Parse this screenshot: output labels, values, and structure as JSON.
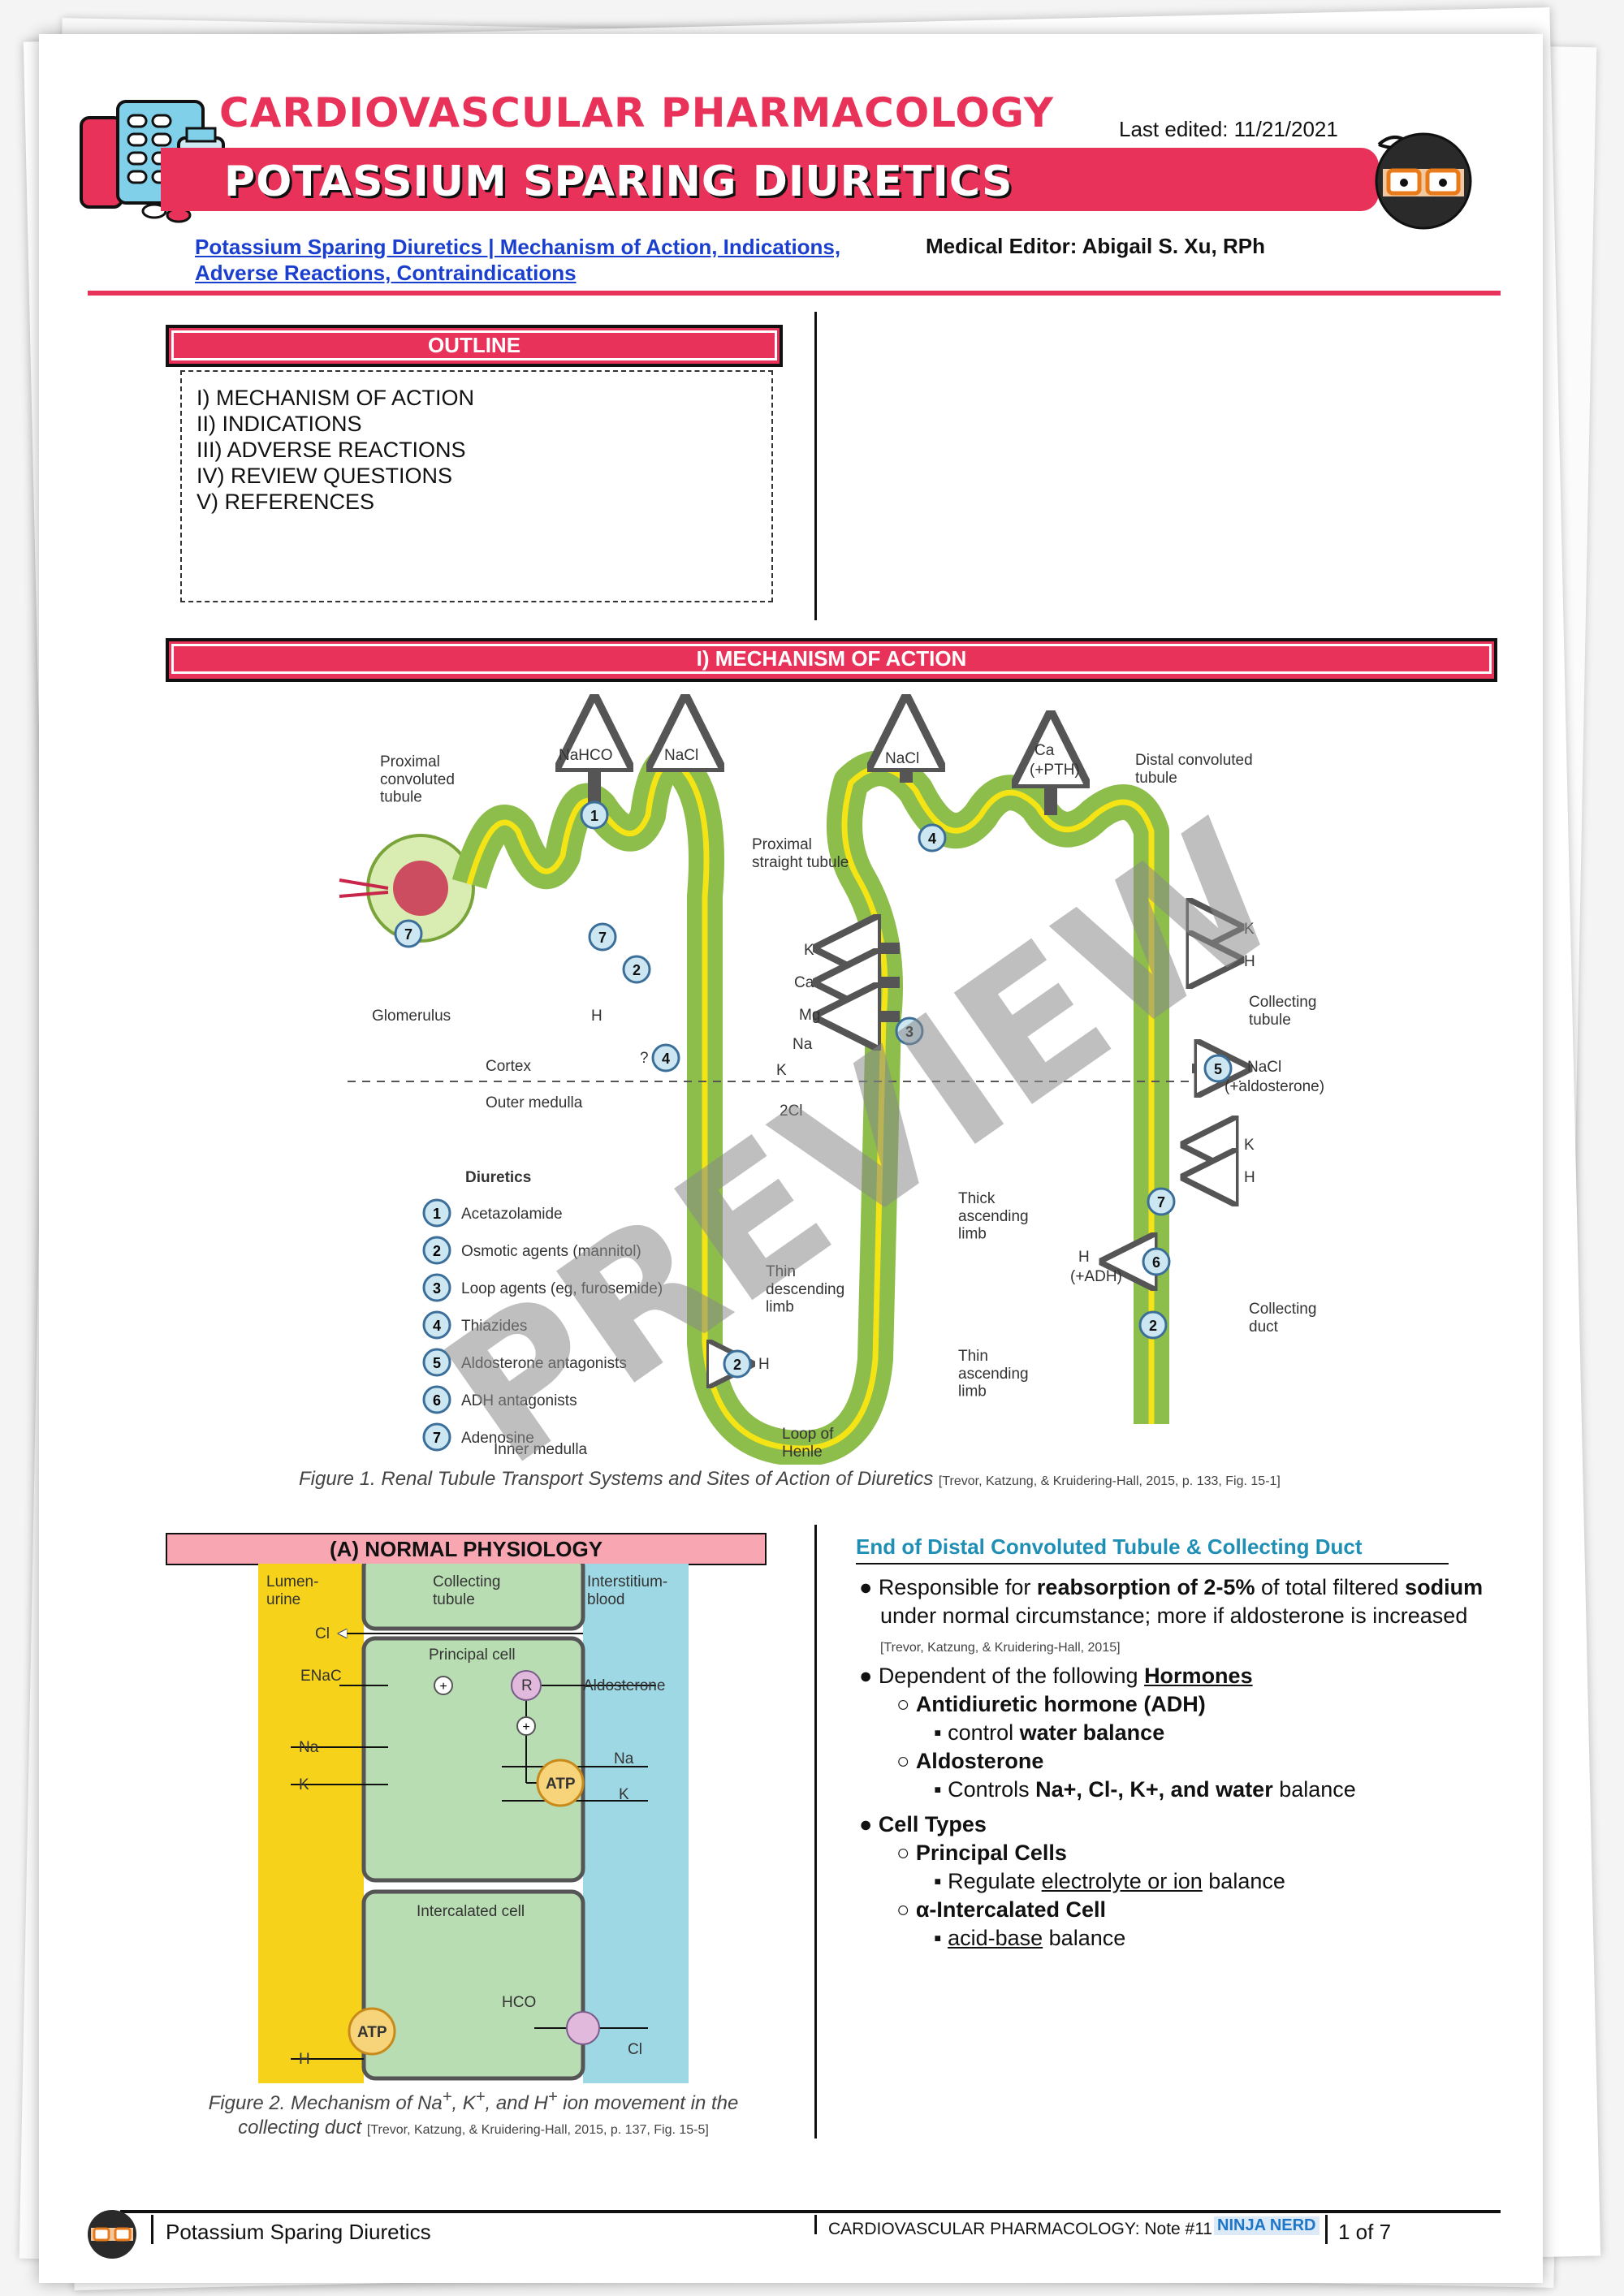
{
  "header": {
    "course": "CARDIOVASCULAR PHARMACOLOGY",
    "topic": "POTASSIUM SPARING DIURETICS",
    "last_edited": "Last edited: 11/21/2021",
    "video_link_line1": "Potassium Sparing Diuretics | Mechanism of Action, Indications,",
    "video_link_line2": "Adverse Reactions, Contraindications",
    "editor": "Medical Editor: Abigail S. Xu, RPh"
  },
  "outline": {
    "title": "OUTLINE",
    "items": [
      "I) MECHANISM OF ACTION",
      "II) INDICATIONS",
      "III) ADVERSE REACTIONS",
      "IV) REVIEW QUESTIONS",
      "V) REFERENCES"
    ]
  },
  "section1": {
    "title": "I)  MECHANISM OF ACTION"
  },
  "figure1": {
    "labels": {
      "pct": "Proximal\nconvoluted\ntubule",
      "nahco3": "NaHCO",
      "nacl1": "NaCl",
      "nacl2": "NaCl",
      "ca_pth": "Ca",
      "pth": "(+PTH)",
      "dct": "Distal convoluted\ntubule",
      "pst": "Proximal\nstraight tubule",
      "glomerulus": "Glomerulus",
      "h2o1": "H",
      "cortex": "Cortex",
      "outer_medulla": "Outer medulla",
      "inner_medulla": "Inner medulla",
      "question": "?",
      "k": "K",
      "ca": "Ca",
      "mg": "Mg",
      "na": "Na",
      "k2": "K",
      "cl": "2Cl",
      "collecting_tubule": "Collecting\ntubule",
      "nacl_aldo": "NaCl",
      "aldo": "(+aldosterone)",
      "k_right1": "K",
      "h_right1": "H",
      "k_right2": "K",
      "h_right2": "H",
      "thick_asc": "Thick\nascending\nlimb",
      "thin_desc": "Thin\ndescending\nlimb",
      "thin_asc": "Thin\nascending\nlimb",
      "loop": "Loop of\nHenle",
      "h2o_adh": "H",
      "adh": "(+ADH)",
      "collecting_duct": "Collecting\nduct",
      "h2o_loop": "H"
    },
    "diuretics_title": "Diuretics",
    "diuretics": [
      "Acetazolamide",
      "Osmotic agents (mannitol)",
      "Loop agents (eg, furosemide)",
      "Thiazides",
      "Aldosterone antagonists",
      "ADH antagonists",
      "Adenosine"
    ],
    "caption": "Figure 1. Renal Tubule Transport Systems and Sites of Action of Diuretics",
    "ref": "[Trevor, Katzung, & Kruidering-Hall, 2015, p. 133, Fig. 15-1]",
    "watermark": "PREVIEW"
  },
  "figure2": {
    "header": "(A)  NORMAL PHYSIOLOGY",
    "lumen": "Lumen-\nurine",
    "collecting_tubule": "Collecting\ntubule",
    "interstitium": "Interstitium-\nblood",
    "cl_top": "Cl",
    "principal_cell": "Principal cell",
    "enac": "ENaC",
    "r": "R",
    "aldosterone": "Aldosterone",
    "na_left": "Na",
    "na_right": "Na",
    "k_left": "K",
    "k_right": "K",
    "atp1": "ATP",
    "intercalated": "Intercalated cell",
    "atp2": "ATP",
    "hco3": "HCO",
    "h": "H",
    "cl_bottom": "Cl",
    "caption_line1": "Figure 2. Mechanism of Na",
    "caption_line2": "collecting duct",
    "ref": "[Trevor, Katzung, & Kruidering-Hall, 2015, p. 137, Fig. 15-5]"
  },
  "right_col": {
    "heading": "End of Distal Convoluted Tubule & Collecting Duct",
    "b1_pre": "Responsible for ",
    "b1_bold": "reabsorption of 2-5%",
    "b1_mid": " of total filtered ",
    "b1_bold2": "sodium",
    "b1_post": " under normal circumstance; more if aldosterone is increased",
    "b1_ref": "[Trevor, Katzung, & Kruidering-Hall, 2015]",
    "b2_pre": "Dependent of the following",
    "b2_u": "Hormones",
    "adh": "Antidiuretic hormone (ADH)",
    "adh_sub_pre": "control ",
    "adh_sub_b": "water balance",
    "aldo": "Aldosterone",
    "aldo_sub_pre": "Controls ",
    "aldo_sub_b": "Na+, Cl-, K+, and water",
    "aldo_sub_post": " balance",
    "cell_types": "Cell Types",
    "principal": "Principal Cells",
    "principal_sub_pre": "Regulate ",
    "principal_sub_u": "electrolyte or ion",
    "principal_sub_post": " balance",
    "alpha": "α-Intercalated Cell",
    "alpha_sub_u": "acid-base",
    "alpha_sub_post": " balance"
  },
  "footer": {
    "left": "Potassium Sparing Diuretics",
    "middle": "CARDIOVASCULAR PHARMACOLOGY: Note #11",
    "brand": "NINJA NERD",
    "page": "1 of 7"
  },
  "colors": {
    "accent": "#e8325a",
    "tubule": "#8dbd4a",
    "lumen": "#f7d21a",
    "blood": "#9ed8e4"
  }
}
